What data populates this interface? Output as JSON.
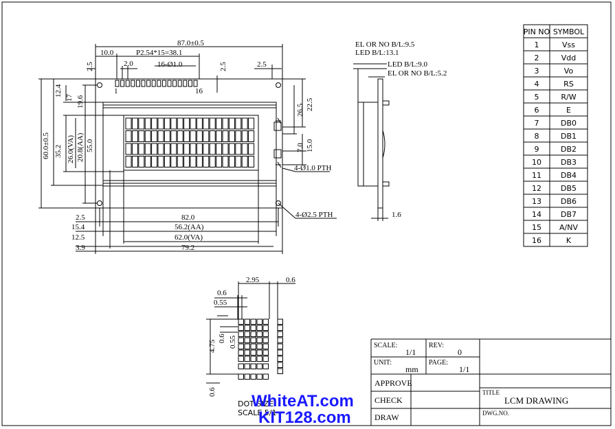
{
  "overall_width": "87.0±0.5",
  "overall_height": "60.0±0.5",
  "pin_pitch": "P2.54*15=38.1",
  "pin_hole": "16-Ø1.0",
  "pin_first": "1",
  "pin_last": "16",
  "hole_note_small": "4-Ø1.0 PTH",
  "hole_note_large": "4-Ø2.5 PTH",
  "top_dims": [
    "10.0",
    "2.0",
    "2.5",
    "2.5",
    "2.5"
  ],
  "left_dims": [
    "12.4",
    "17",
    "19.6",
    "26.0(VA)",
    "20.8(AA)",
    "35.2",
    "55.0"
  ],
  "right_dims": [
    "22.5",
    "26.5",
    "7.0",
    "15.0"
  ],
  "bottom_dims": [
    "2.5",
    "82.0",
    "15.4",
    "56.2(AA)",
    "12.5",
    "62.0(VA)",
    "3.9",
    "79.2"
  ],
  "side_notes": [
    "EL OR NO B/L:9.5",
    "LED B/L:13.1",
    "LED B/L:9.0",
    "EL OR NO B/L:5.2"
  ],
  "side_dim": "1.6",
  "dot_dims": [
    "2.95",
    "0.6",
    "0.6",
    "0.55",
    "4.75",
    "0.6",
    "0.55",
    "0.6"
  ],
  "dot_label": "DOT SIZE",
  "scale_label": "SCALE 5/1",
  "pin_table": {
    "headers": [
      "PIN NO",
      "SYMBOL"
    ],
    "rows": [
      [
        "1",
        "Vss"
      ],
      [
        "2",
        "Vdd"
      ],
      [
        "3",
        "Vo"
      ],
      [
        "4",
        "RS"
      ],
      [
        "5",
        "R/W"
      ],
      [
        "6",
        "E"
      ],
      [
        "7",
        "DB0"
      ],
      [
        "8",
        "DB1"
      ],
      [
        "9",
        "DB2"
      ],
      [
        "10",
        "DB3"
      ],
      [
        "11",
        "DB4"
      ],
      [
        "12",
        "DB5"
      ],
      [
        "13",
        "DB6"
      ],
      [
        "14",
        "DB7"
      ],
      [
        "15",
        "A/NV"
      ],
      [
        "16",
        "K"
      ]
    ]
  },
  "title_block": {
    "scale_label": "SCALE:",
    "scale_value": "1/1",
    "rev_label": "REV:",
    "rev_value": "0",
    "unit_label": "UNIT:",
    "unit_value": "mm",
    "page_label": "PAGE:",
    "page_value": "1/1",
    "approve": "APPROVE",
    "check": "CHECK",
    "draw": "DRAW",
    "title_label": "TITLE",
    "title_value": "LCM DRAWING",
    "dwg_label": "DWG.NO."
  },
  "watermark": [
    "WhiteAT.com",
    "KIT128.com"
  ]
}
